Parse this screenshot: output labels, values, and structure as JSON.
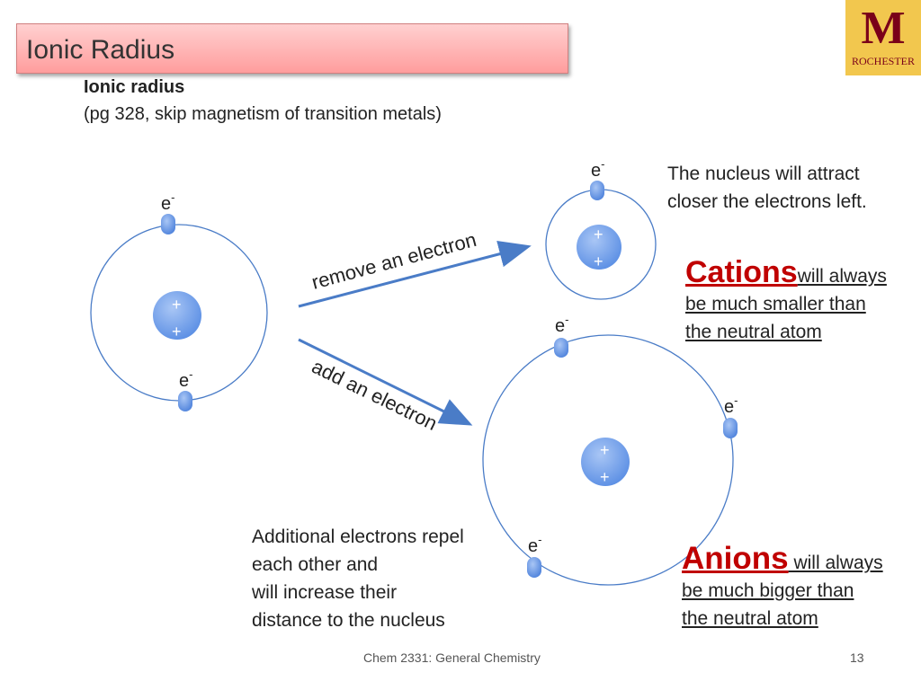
{
  "slide": {
    "title": "Ionic Radius",
    "subheading": "Ionic radius",
    "note": "(pg 328, skip magnetism of transition metals)",
    "footer": "Chem 2331: General Chemistry",
    "page_number": "13"
  },
  "logo": {
    "mark": "M",
    "text": "ROCHESTER",
    "background": "#f2c74e",
    "color": "#7a0019"
  },
  "diagram": {
    "electron_symbol": "e",
    "electron_charge": "-",
    "nucleus_symbol": "+",
    "arrow_remove": "remove an electron",
    "arrow_add": "add an electron"
  },
  "notes": {
    "attract_line1": "The nucleus will attract",
    "attract_line2": "closer the electrons left.",
    "repel_line1": "Additional electrons repel",
    "repel_line2": "each other and",
    "repel_line3": "will increase their",
    "repel_line4": "distance to the nucleus"
  },
  "cations": {
    "word": "Cations",
    "rest1": "will always",
    "rest2": "be much smaller than",
    "rest3": "the neutral atom"
  },
  "anions": {
    "word": "Anions",
    "rest1": " will always",
    "rest2": "be much bigger than",
    "rest3": "the neutral atom"
  },
  "colors": {
    "orbit": "#4a7cc7",
    "electron": "#5b8fe0",
    "arrow": "#4a7cc7",
    "highlight": "#c00000"
  }
}
